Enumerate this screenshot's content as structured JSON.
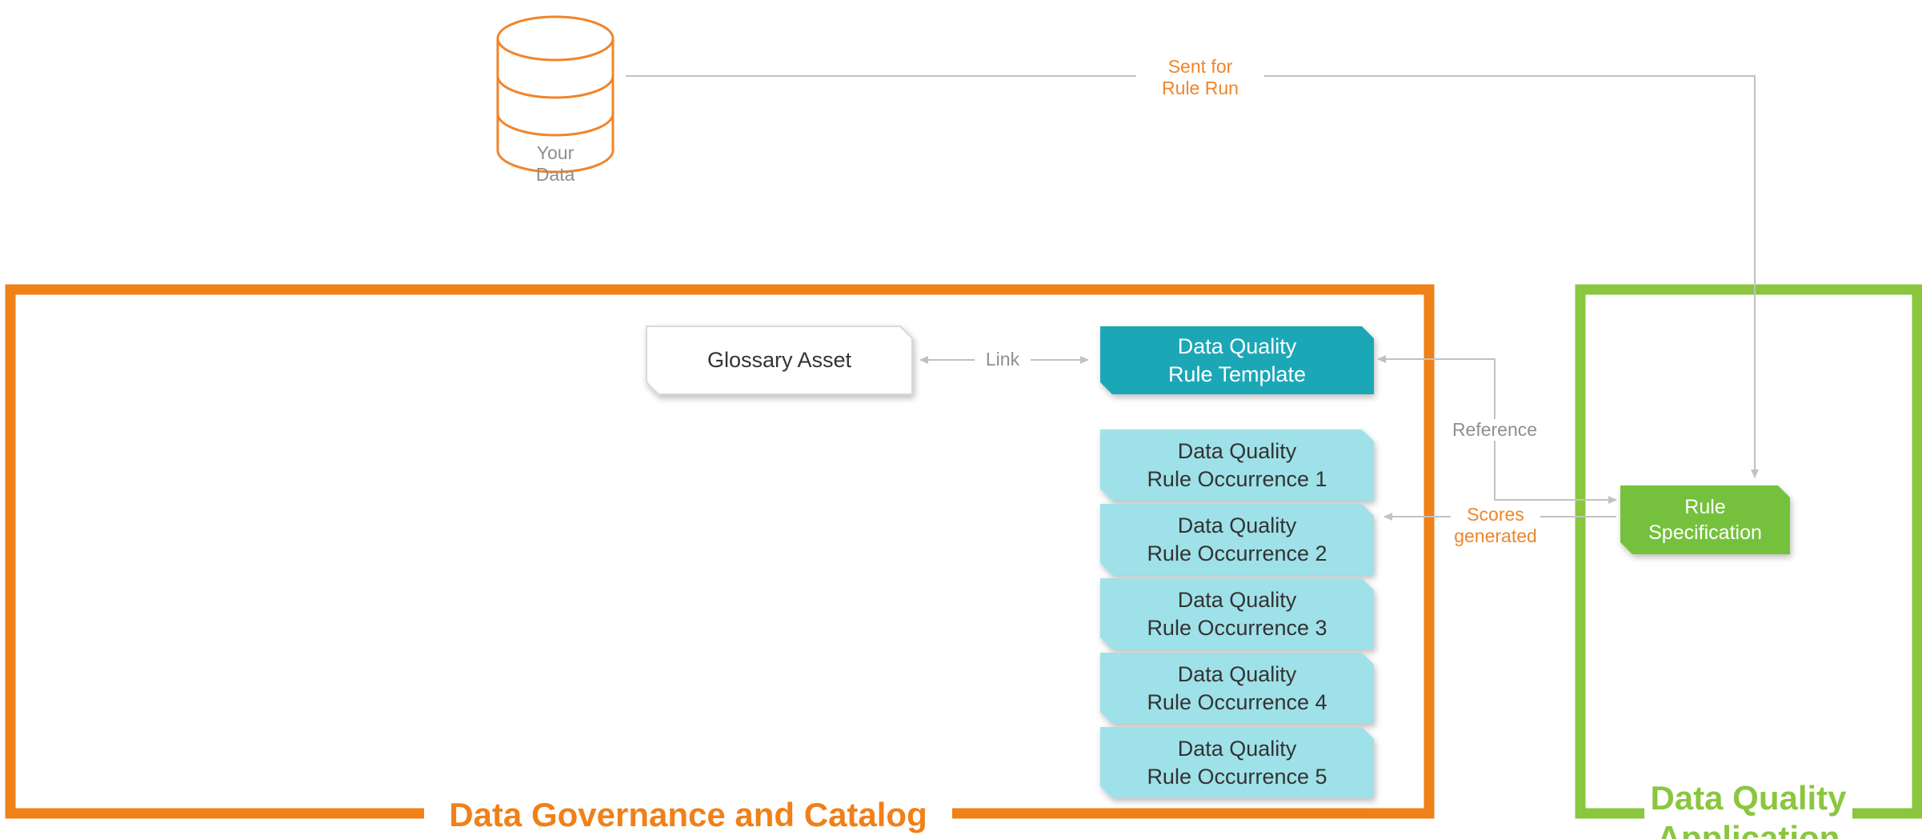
{
  "source": {
    "label": "Your\nData",
    "icon": "database-icon",
    "color": "#f0852a"
  },
  "connectors": {
    "sent_for_rule_run": "Sent for\nRule Run",
    "link": "Link",
    "reference": "Reference",
    "scores_generated": "Scores\ngenerated"
  },
  "governance": {
    "title": "Data Governance and Catalog",
    "color": "#f08018",
    "glossary_asset": "Glossary Asset",
    "rule_template": "Data Quality\nRule Template",
    "occurrences": [
      "Data Quality\nRule Occurrence 1",
      "Data Quality\nRule Occurrence 2",
      "Data Quality\nRule Occurrence 3",
      "Data Quality\nRule Occurrence 4",
      "Data Quality\nRule Occurrence 5"
    ]
  },
  "application": {
    "title": "Data Quality\nApplication",
    "color": "#8bc63f",
    "rule_specification": "Rule\nSpecification"
  },
  "colors": {
    "template_fill": "#1ba7b7",
    "occurrence_fill": "#9fe1e8",
    "spec_fill": "#74c13c",
    "glossary_fill": "#ffffff",
    "arrow": "#c2c2c2"
  }
}
